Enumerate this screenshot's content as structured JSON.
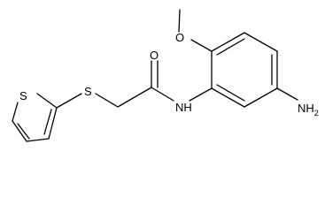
{
  "structure": {
    "atoms": {
      "s_thiophene": "S",
      "s_thioether": "S",
      "o_carbonyl": "O",
      "nh_amide": "NH",
      "o_methoxy": "O",
      "nh2": "NH",
      "nh2_subscript": "2"
    }
  }
}
